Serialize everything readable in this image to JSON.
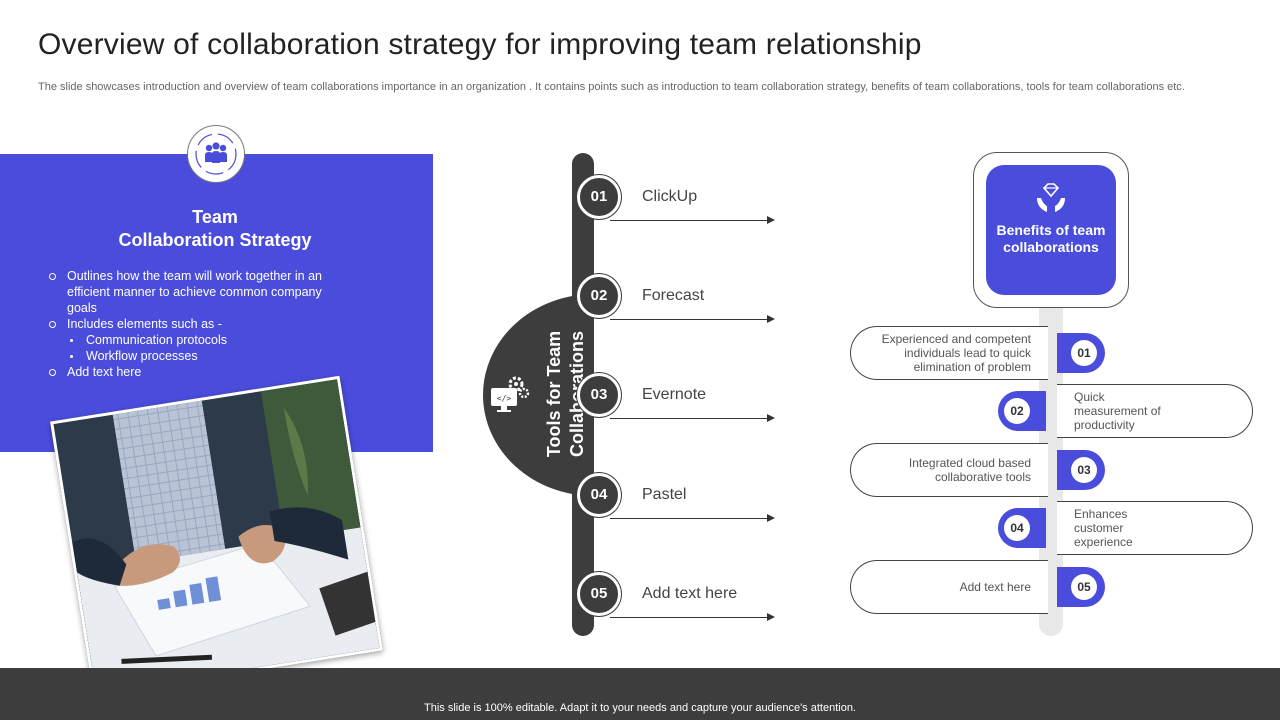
{
  "slide": {
    "title": "Overview of collaboration strategy for improving team relationship",
    "subtitle": "The slide showcases introduction and overview of team collaborations importance in an organization . It contains points such as introduction to team collaboration strategy, benefits of team collaborations, tools for team collaborations etc."
  },
  "left_panel": {
    "icon": "team-icon",
    "title_line1": "Team",
    "title_line2": "Collaboration Strategy",
    "bullets": [
      "Outlines how the team will work together in an efficient manner to achieve common company goals",
      "Includes elements such as -"
    ],
    "sub_bullets": [
      "Communication protocols",
      "Workflow processes"
    ],
    "last_bullet": "Add text here",
    "image": "businessman-tablet-photo"
  },
  "tools": {
    "heading_line1": "Tools for Team",
    "heading_line2": "Collaborations",
    "icon": "gear-monitor-icon",
    "items": [
      {
        "num": "01",
        "label": "ClickUp"
      },
      {
        "num": "02",
        "label": "Forecast"
      },
      {
        "num": "03",
        "label": "Evernote"
      },
      {
        "num": "04",
        "label": "Pastel"
      },
      {
        "num": "05",
        "label": "Add text here"
      }
    ]
  },
  "benefits": {
    "heading": "Benefits of team collaborations",
    "icon": "diamond-hands-icon",
    "items": [
      {
        "num": "01",
        "text": "Experienced and competent individuals lead to quick elimination of problem"
      },
      {
        "num": "02",
        "text": "Quick measurement of productivity"
      },
      {
        "num": "03",
        "text": "Integrated cloud based collaborative tools"
      },
      {
        "num": "04",
        "text": "Enhances customer experience"
      },
      {
        "num": "05",
        "text": "Add text here"
      }
    ]
  },
  "footer": {
    "text": "This slide is 100% editable.  Adapt it to your needs and capture your audience's attention."
  },
  "colors": {
    "accent": "#4a4ddb",
    "dark": "#3d3d3d"
  }
}
